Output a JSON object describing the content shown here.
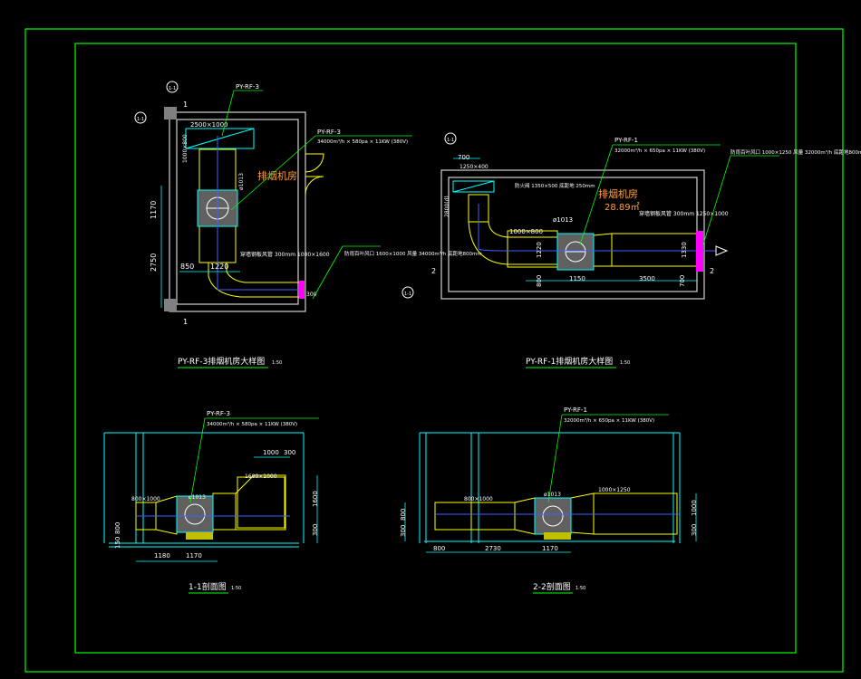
{
  "colors": {
    "frame": "#00ff00",
    "wall": "#d0d0d0",
    "duct": "#ffff00",
    "leader": "#00ff00",
    "dim": "#00ffff",
    "label": "#ffffff",
    "room": "#ffa040",
    "louver": "#ff00ff",
    "axis": "#4060ff",
    "title": "#ffffff"
  },
  "plan_rf3": {
    "fan_tag": "PY-RF-3",
    "fan_spec": "34000m³/h × 580pa × 11KW (380V)",
    "room_name": "排烟机房",
    "room_area": "",
    "diffuser": "ø1013",
    "duct_spec": "穿墙钢板风管 300mm 1000×1600",
    "louver_spec": "防雨百叶风口 1600×1000 风量 34000m³/h 底距地800mm",
    "inlet_size": "1000×800",
    "inlet_size2": "2500×1000",
    "dims": [
      "1170",
      "2750",
      "850",
      "1220",
      "300"
    ],
    "section_tag": "1",
    "axis_tag": "1-1",
    "title": "PY-RF-3排烟机房大样图",
    "scale": "1:50"
  },
  "plan_rf1": {
    "fan_tag": "PY-RF-1",
    "fan_spec": "32000m³/h × 650pa × 11KW (380V)",
    "room_name": "排烟机房",
    "room_area": "28.89㎡",
    "diffuser": "ø1013",
    "duct_spec": "穿墙钢板风管 300mm 1250×1000",
    "louver_spec": "防雨百叶风口 1000×1250 风量 32000m³/h 底距地800mm",
    "inlet_spec": "防火阀 1350×500 底距地 250mm",
    "dims": [
      "700",
      "1250×400",
      "1000×800",
      "1220",
      "1150",
      "3500",
      "800",
      "1330",
      "700"
    ],
    "section_tag": "2",
    "axis_tag": "1-1",
    "title": "PY-RF-1排烟机房大样图",
    "scale": "1:50"
  },
  "section_11": {
    "fan_tag": "PY-RF-3",
    "fan_spec": "34000m³/h × 580pa × 11KW (380V)",
    "diffuser": "ø1013",
    "duct1": "800×1000",
    "duct2": "1600×1000",
    "dims": [
      "1000",
      "300",
      "1600",
      "300",
      "1180",
      "1170",
      "800",
      "150"
    ],
    "title": "1-1剖面图",
    "scale": "1:50"
  },
  "section_22": {
    "fan_tag": "PY-RF-1",
    "fan_spec": "32000m³/h × 650pa × 11KW (380V)",
    "diffuser": "ø1013",
    "duct1": "800×1000",
    "duct2": "1000×1250",
    "dims": [
      "1000",
      "300",
      "800",
      "300",
      "800",
      "2730",
      "1170"
    ],
    "title": "2-2剖面图",
    "scale": "1:50"
  }
}
